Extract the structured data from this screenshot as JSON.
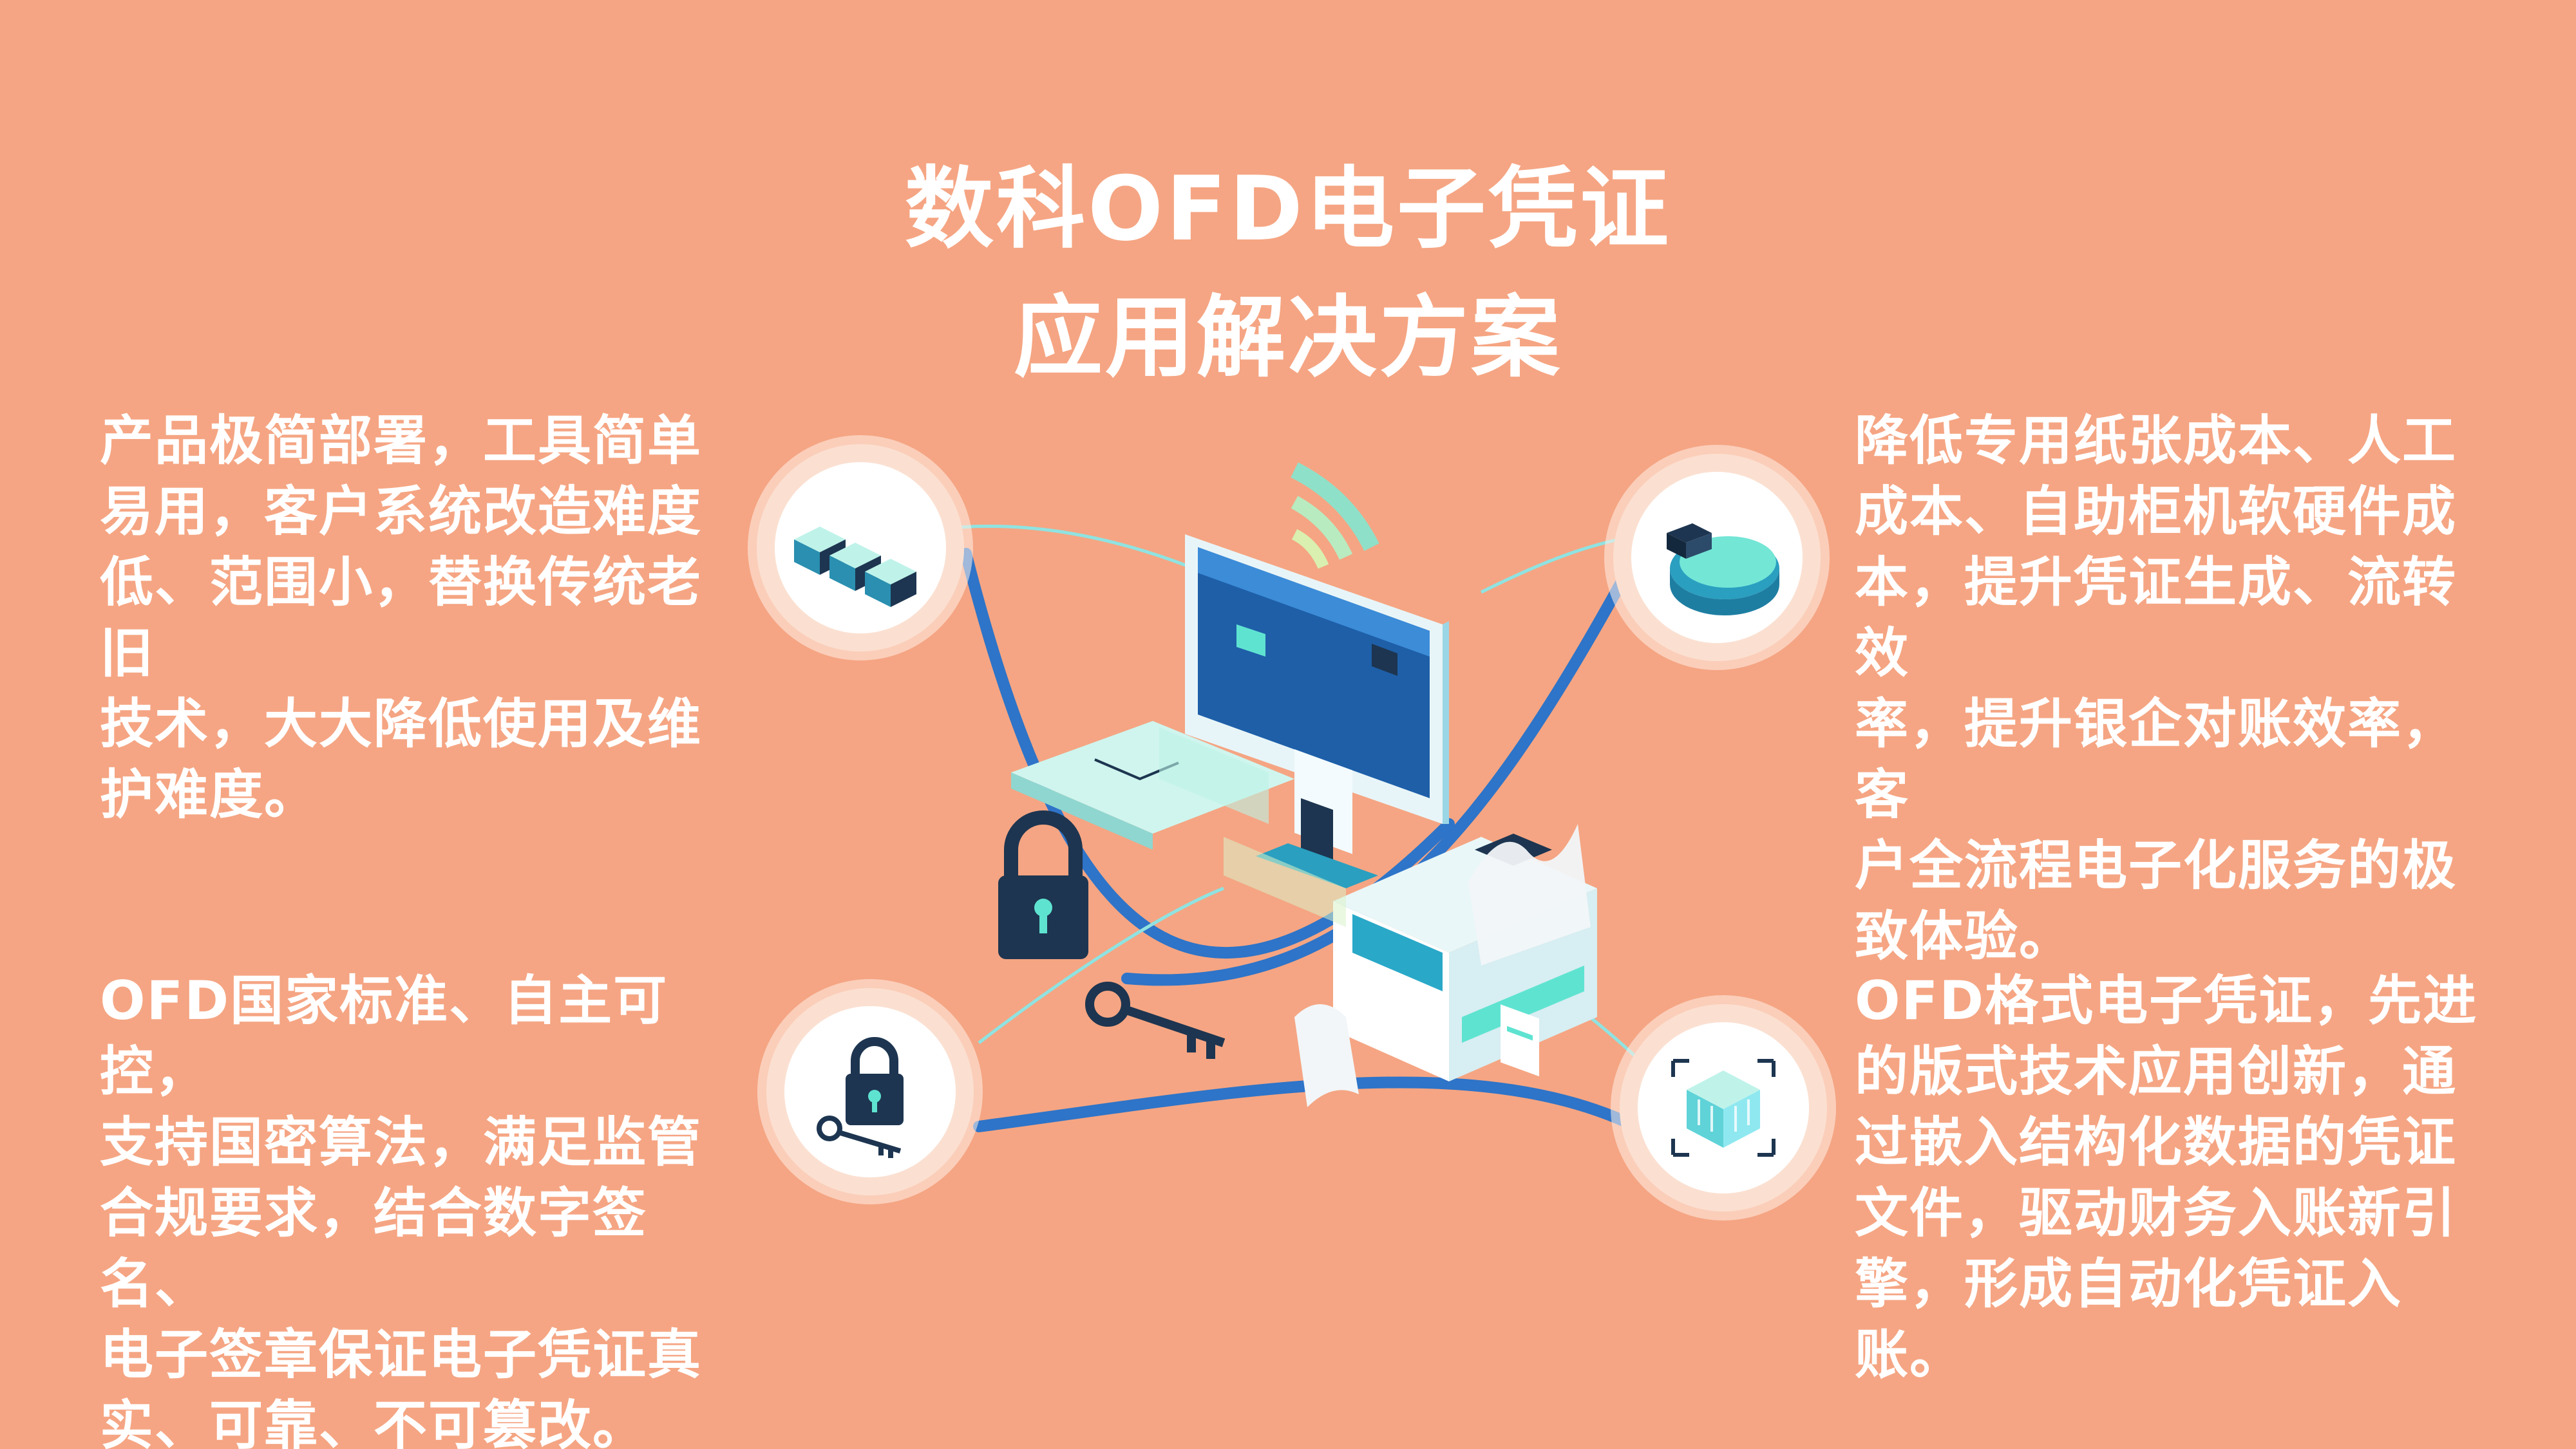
{
  "title": {
    "line1": "数科OFD电子凭证",
    "line2": "应用解决方案"
  },
  "features": {
    "top_left": [
      "产品极简部署，工具简单",
      "易用，客户系统改造难度",
      "低、范围小，替换传统老旧",
      "技术，大大降低使用及维",
      "护难度。"
    ],
    "top_right": [
      "降低专用纸张成本、人工",
      "成本、自助柜机软硬件成",
      "本，提升凭证生成、流转效",
      "率，提升银企对账效率，客",
      "户全流程电子化服务的极",
      "致体验。"
    ],
    "bottom_left": [
      "OFD国家标准、自主可控，",
      "支持国密算法，满足监管",
      "合规要求，结合数字签名、",
      "电子签章保证电子凭证真",
      "实、可靠、不可篡改。"
    ],
    "bottom_right": [
      "OFD格式电子凭证，先进",
      "的版式技术应用创新，通",
      "过嵌入结构化数据的凭证",
      "文件，驱动财务入账新引",
      "擎，形成自动化凭证入账。"
    ]
  },
  "icons": {
    "top_left": "blocks-icon",
    "top_right": "pie-chart-icon",
    "bottom_left": "lock-key-icon",
    "bottom_right": "cube-scan-icon",
    "center": "computer-printer-illustration"
  },
  "colors": {
    "background": "#F5A583",
    "text": "#FFFFFF",
    "orbit": "#2E74C8",
    "accent_teal": "#5FE3D1",
    "dark_navy": "#1D3550"
  }
}
